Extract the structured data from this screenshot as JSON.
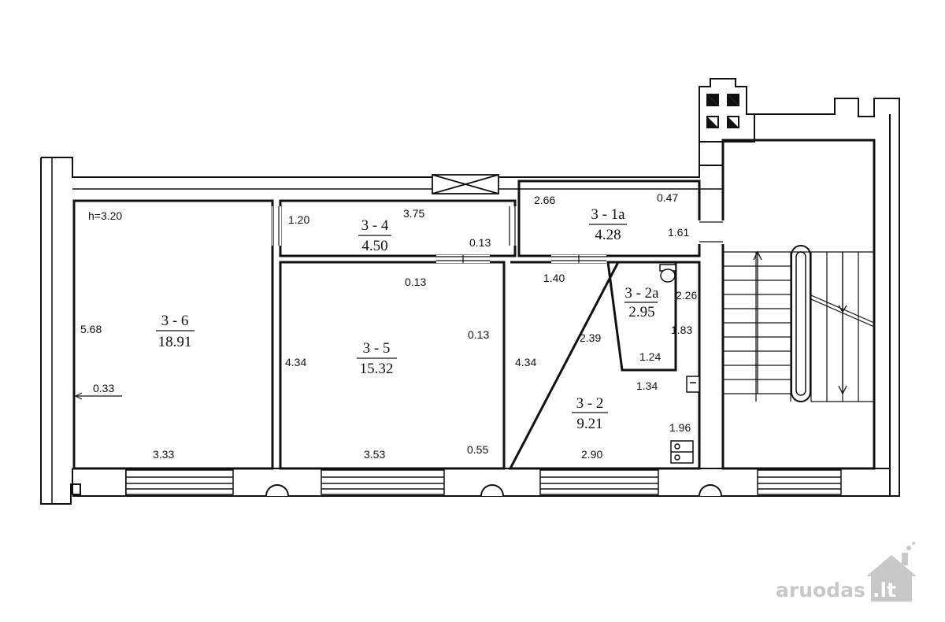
{
  "ceiling_height": "h=3.20",
  "rooms": [
    {
      "id": "3 - 6",
      "area": "18.91"
    },
    {
      "id": "3 - 4",
      "area": "4.50"
    },
    {
      "id": "3 - 5",
      "area": "15.32"
    },
    {
      "id": "3 - 1a",
      "area": "4.28"
    },
    {
      "id": "3 - 2a",
      "area": "2.95"
    },
    {
      "id": "3 - 2",
      "area": "9.21"
    }
  ],
  "dimensions": {
    "r36_left": "5.68",
    "r36_arrow": "0.33",
    "r36_bottom": "3.33",
    "r34_left": "1.20",
    "r34_top": "3.75",
    "r34_right": "0.13",
    "r35_top": "0.13",
    "r35_right": "0.13",
    "r35_left": "4.34",
    "r35_bottom": "3.53",
    "r35_bottom_right": "0.55",
    "r31a_left": "2.66",
    "r31a_top_right": "0.47",
    "r31a_right": "1.61",
    "r32_top": "1.40",
    "r32_inner": "2.39",
    "r32_left": "4.34",
    "r32_right_upper": "1.34",
    "r32_right_lower": "1.96",
    "r32_bottom": "2.90",
    "r32a_right_top": "2.26",
    "r32a_right": "1.83",
    "r32a_bottom": "1.24"
  },
  "watermark": {
    "brand": "aruodas",
    "tld": ".lt"
  }
}
